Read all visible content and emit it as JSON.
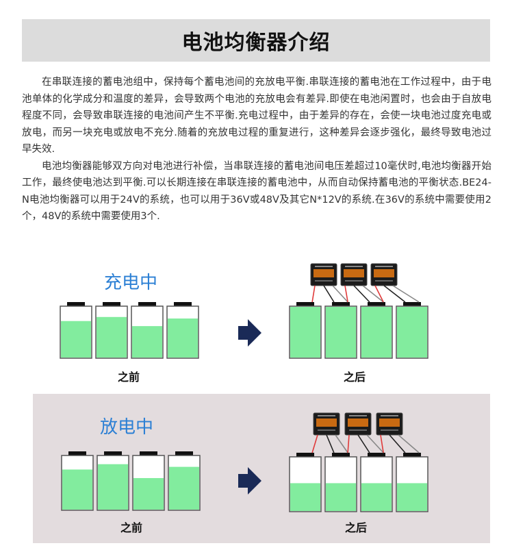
{
  "title": "电池均衡器介绍",
  "paragraphs": [
    "在串联连接的蓄电池组中，保持每个蓄电池间的充放电平衡.串联连接的蓄电池在工作过程中，由于电池单体的化学成分和温度的差异，会导致两个电池的充放电会有差异.即使在电池闲置时，也会由于自放电程度不同，会导致串联连接的电池间产生不平衡.充电过程中，由于差异的存在，会使一块电池过度充电或放电，而另一块充电或放电不充分.随着的充放电过程的重复进行，这种差异会逐步强化，最终导致电池过早失效.",
    "电池均衡器能够双方向对电池进行补偿，当串联连接的蓄电池间电压差超过10毫伏时,电池均衡器开始工作，最终使电池达到平衡.可以长期连接在串联连接的蓄电池中，从而自动保持蓄电池的平衡状态.BE24-N电池均衡器可以用于24V的系统，也可以用于36V或48V及其它N*12V的系统.在36V的系统中需要使用2个，48V的系统中需要使用3个."
  ],
  "charging": {
    "label": "充电中",
    "before_caption": "之前",
    "after_caption": "之后",
    "before_levels": [
      0.72,
      0.8,
      0.62,
      0.77
    ],
    "after_levels": [
      1.0,
      1.0,
      1.0,
      1.0
    ]
  },
  "discharging": {
    "label": "放电中",
    "before_caption": "之前",
    "after_caption": "之后",
    "before_levels": [
      0.75,
      0.85,
      0.59,
      0.8
    ],
    "after_levels": [
      0.52,
      0.52,
      0.52,
      0.52
    ]
  },
  "colors": {
    "fill": "#82ec9e",
    "title_bg": "#dcdcdc",
    "label_blue": "#2b7fd4",
    "arrow": "#1a2a57",
    "section2_bg": "#e3dcde",
    "wire_red": "#e03a3a"
  }
}
